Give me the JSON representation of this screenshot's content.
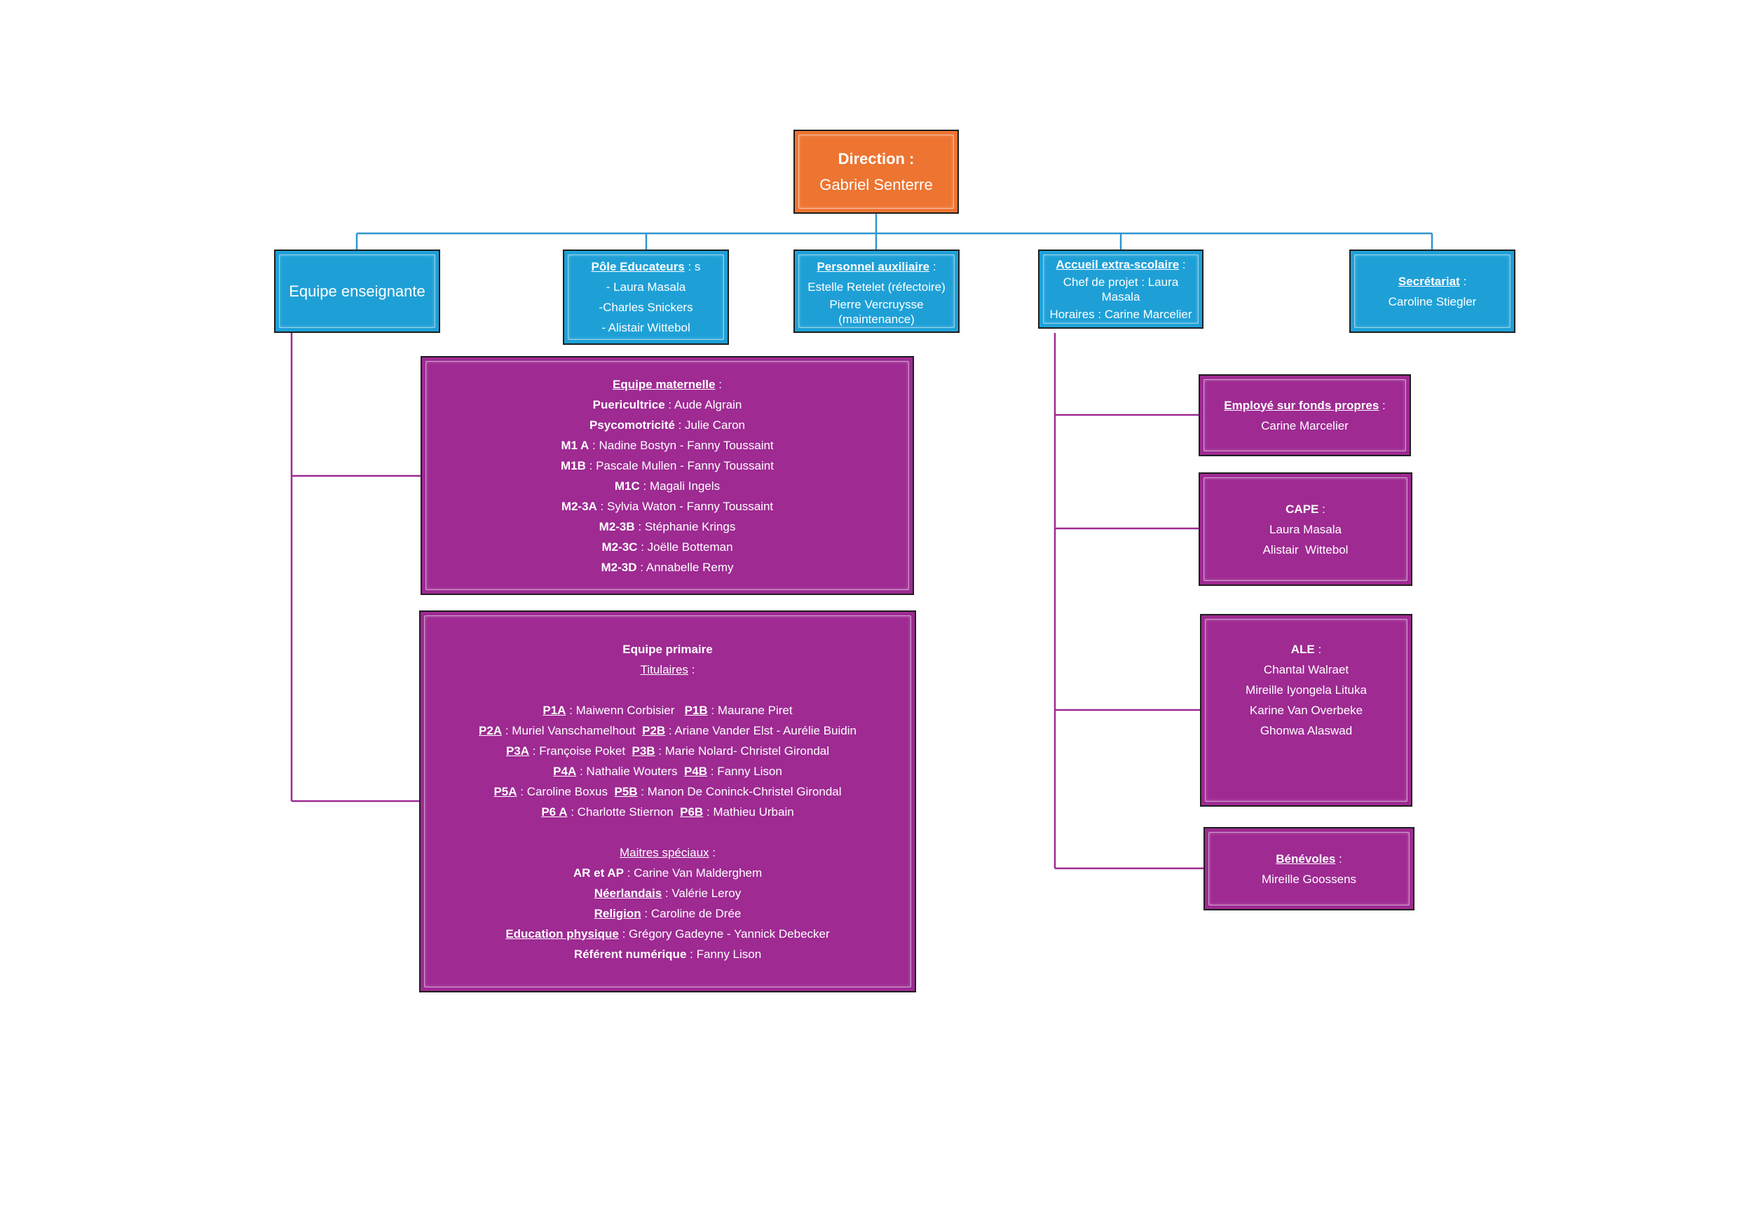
{
  "colors": {
    "direction": "#ed7431",
    "department": "#1ea0d7",
    "team": "#9e2a92",
    "connector_blue": "#2e96cf",
    "connector_purple": "#9e2a92"
  },
  "direction": {
    "title": "Direction :",
    "name": "Gabriel Senterre"
  },
  "departments": {
    "enseignante": {
      "title": "Equipe enseignante"
    },
    "educateurs": {
      "title": "Pôle Educateurs",
      "suffix": " : s",
      "members": [
        "- Laura Masala",
        "-Charles Snickers",
        "- Alistair Wittebol"
      ]
    },
    "auxiliaire": {
      "title": "Personnel auxiliaire",
      "suffix": " :",
      "lines": [
        "Estelle Retelet (réfectoire)",
        "Pierre Vercruysse",
        "(maintenance)"
      ]
    },
    "extrascolaire": {
      "title": "Accueil extra-scolaire",
      "suffix": " :",
      "lines": [
        "Chef de projet : Laura",
        "Masala",
        "Horaires : Carine Marcelier"
      ]
    },
    "secretariat": {
      "title": "Secrétariat",
      "suffix": " :",
      "member": "Caroline Stiegler"
    }
  },
  "maternelle": {
    "title": "Equipe maternelle",
    "suffix": " :",
    "rows": [
      {
        "label": "Puericultrice",
        "value": " : Aude Algrain"
      },
      {
        "label": "Psycomotricité",
        "value": " : Julie Caron"
      },
      {
        "label": "M1 A",
        "value": " : Nadine Bostyn - Fanny Toussaint"
      },
      {
        "label": "M1B",
        "value": " : Pascale Mullen - Fanny Toussaint"
      },
      {
        "label": "M1C",
        "value": " : Magali Ingels"
      },
      {
        "label": "M2-3A",
        "value": " : Sylvia Waton - Fanny Toussaint"
      },
      {
        "label": "M2-3B",
        "value": " : Stéphanie Krings"
      },
      {
        "label": "M2-3C",
        "value": " : Joëlle Botteman"
      },
      {
        "label": "M2-3D",
        "value": " : Annabelle Remy"
      }
    ]
  },
  "primaire": {
    "title": "Equipe primaire",
    "titulaires_label": "Titulaires",
    "titulaires_suffix": " :",
    "rows": [
      {
        "a_label": "P1A",
        "a_value": " : Maiwenn Corbisier   ",
        "b_label": "P1B",
        "b_value": " : Maurane Piret"
      },
      {
        "a_label": "P2A",
        "a_value": " : Muriel Vanschamelhout  ",
        "b_label": "P2B",
        "b_value": " : Ariane Vander Elst - Aurélie Buidin"
      },
      {
        "a_label": "P3A",
        "a_value": " : Françoise Poket  ",
        "b_label": "P3B",
        "b_value": " : Marie Nolard- Christel Girondal"
      },
      {
        "a_label": "P4A",
        "a_value": " : Nathalie Wouters  ",
        "b_label": "P4B",
        "b_value": " : Fanny Lison"
      },
      {
        "a_label": "P5A",
        "a_value": " : Caroline Boxus  ",
        "b_label": "P5B",
        "b_value": " : Manon De Coninck-Christel Girondal"
      },
      {
        "a_label": "P6 A",
        "a_value": " : Charlotte Stiernon  ",
        "b_label": "P6B",
        "b_value": " : Mathieu Urbain"
      }
    ],
    "speciaux_label": "Maitres spéciaux",
    "speciaux_suffix": " :",
    "speciaux": [
      {
        "label": "AR et AP",
        "value": " : Carine Van Malderghem"
      },
      {
        "label": "Néerlandais",
        "value": " : Valérie Leroy"
      },
      {
        "label": "Religion",
        "value": " : Caroline de Drée"
      },
      {
        "label": "Education physique",
        "value": " : Grégory Gadeyne - Yannick Debecker"
      },
      {
        "label": "Référent numérique",
        "value": " : Fanny Lison"
      }
    ]
  },
  "extrascolaire_teams": {
    "fonds_propres": {
      "title": "Employé sur fonds propres",
      "suffix": " :",
      "members": [
        "Carine Marcelier"
      ]
    },
    "cape": {
      "title": "CAPE",
      "suffix": " :",
      "members": [
        "Laura Masala",
        "Alistair  Wittebol"
      ]
    },
    "ale": {
      "title": "ALE",
      "suffix": " :",
      "members": [
        "Chantal Walraet",
        "Mireille Iyongela Lituka",
        "Karine Van Overbeke",
        "Ghonwa Alaswad"
      ]
    },
    "benevoles": {
      "title": "Bénévoles",
      "suffix": " :",
      "members": [
        "Mireille Goossens"
      ]
    }
  }
}
